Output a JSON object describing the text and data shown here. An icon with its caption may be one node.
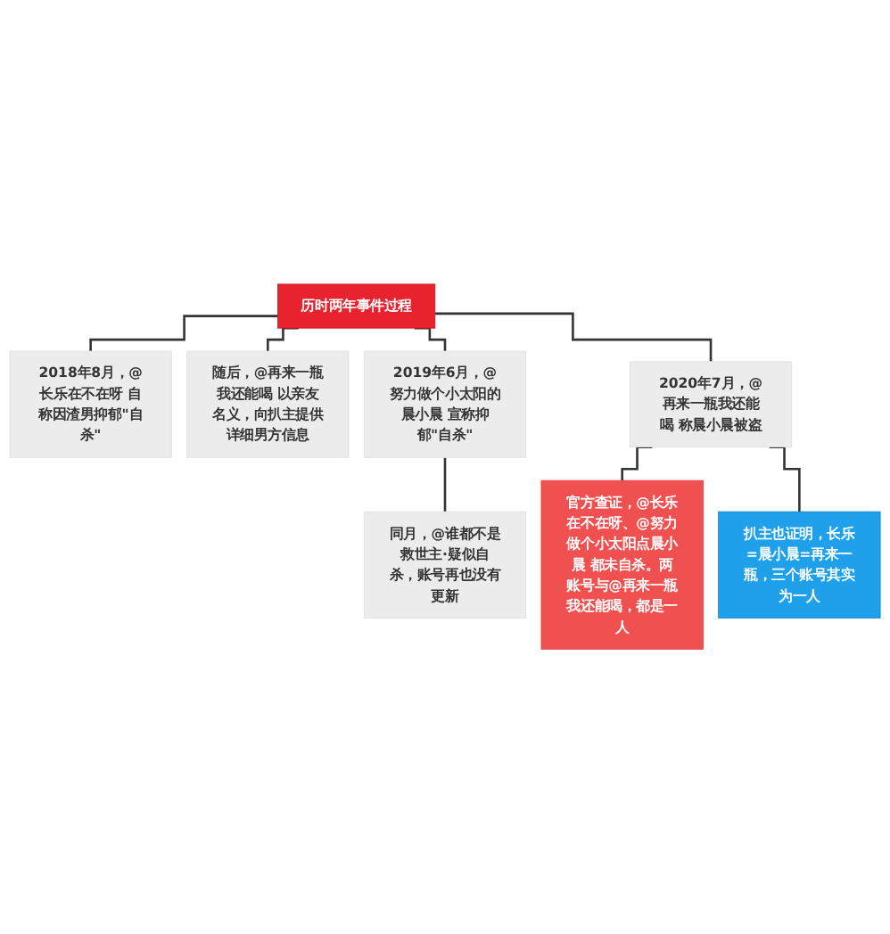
{
  "diagram": {
    "nodes": [
      {
        "text": [
          "历时两年事件过程"
        ]
      },
      {
        "text": [
          "2018年8月，@长乐在不在呀 自称因渣男抑郁\"自杀\""
        ]
      },
      {
        "text": [
          "随后，@再来一瓶我还能喝 以亲友名义，向扒主提供详细男方信息"
        ]
      },
      {
        "text": [
          "2019年6月，@努力做个小太阳的晨小晨 宣称抑郁\"自杀\""
        ]
      },
      {
        "text": [
          "同月，@谁都不是救世主·疑似自杀，账号再也没有更新"
        ]
      },
      {
        "text": [
          "2020年7月，@再来一瓶我还能喝 称晨小晨被盗"
        ]
      },
      {
        "text": [
          "官方查证，@长乐在不在呀、@努力做个小太阳点晨小晨 都未自杀。两账号与@再来一瓶我还能喝，都是一人"
        ]
      },
      {
        "text": [
          "扒主也证明，长乐=晨小晨=再来一瓶，三个账号其实为一人"
        ]
      }
    ],
    "edges": [
      {
        "from": 0,
        "to": 1,
        "arrow": "none"
      },
      {
        "from": 0,
        "to": 2,
        "arrow": "none"
      },
      {
        "from": 0,
        "to": 3,
        "arrow": "none"
      },
      {
        "from": 3,
        "to": 4,
        "arrow": "none"
      },
      {
        "from": 0,
        "to": 5,
        "arrow": "none"
      },
      {
        "from": 5,
        "to": 6,
        "arrow": "none"
      },
      {
        "from": 5,
        "to": 7,
        "arrow": "none"
      }
    ]
  }
}
